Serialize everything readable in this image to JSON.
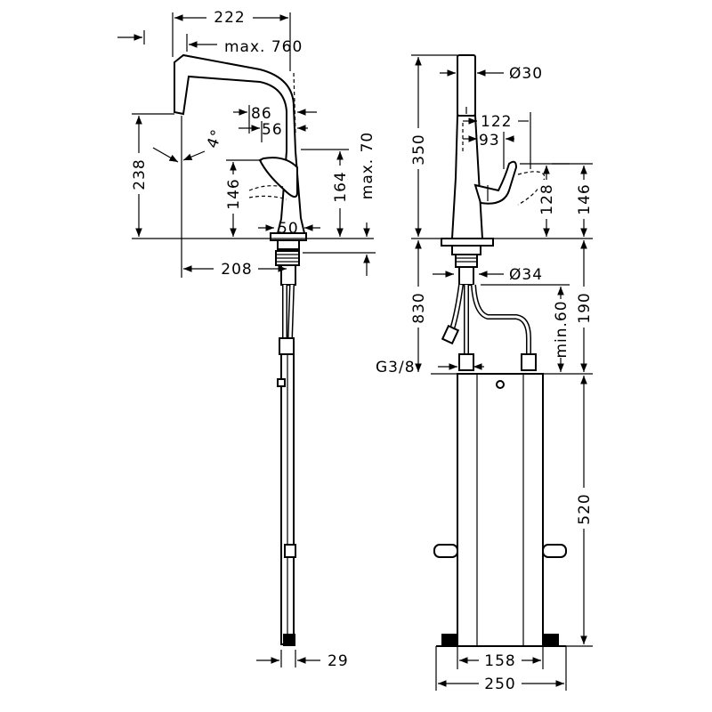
{
  "side_view": {
    "dims": {
      "reach": "222",
      "max_hose": "max. 760",
      "d86": "86",
      "d56": "56",
      "angle": "4°",
      "height_238": "238",
      "height_146": "146",
      "height_164": "164",
      "max_70": "max. 70",
      "d50": "50",
      "d208": "208",
      "d29": "29"
    }
  },
  "front_view": {
    "dims": {
      "dia30": "Ø30",
      "d350": "350",
      "d122": "122",
      "d93": "93",
      "d128": "128",
      "d146": "146",
      "dia34": "Ø34",
      "d830": "830",
      "min60": "min.60",
      "d190": "190",
      "thread": "G3/8",
      "d520": "520",
      "d158": "158",
      "d250": "250"
    }
  }
}
